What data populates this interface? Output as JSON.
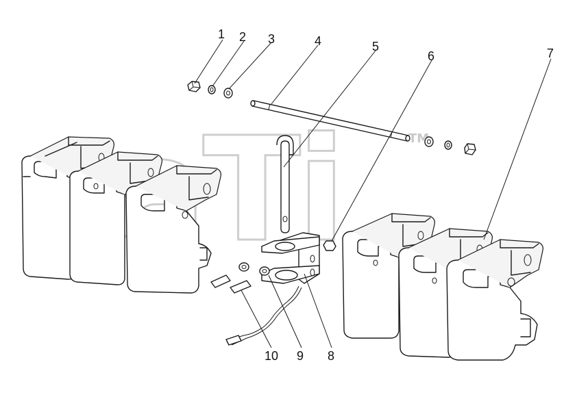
{
  "watermark": {
    "text": "aTi",
    "mark": "TM"
  },
  "parts": [
    {
      "number": "1",
      "name_icon": "hex-nut-icon"
    },
    {
      "number": "2",
      "name_icon": "spring-washer-icon"
    },
    {
      "number": "3",
      "name_icon": "flat-washer-icon"
    },
    {
      "number": "4",
      "name_icon": "threaded-rod-icon"
    },
    {
      "number": "5",
      "name_icon": "pin-icon"
    },
    {
      "number": "6",
      "name_icon": "nut-icon"
    },
    {
      "number": "7",
      "name_icon": "ballast-weight-icon"
    },
    {
      "number": "8",
      "name_icon": "bracket-icon"
    },
    {
      "number": "9",
      "name_icon": "washer-icon"
    },
    {
      "number": "10",
      "name_icon": "lock-pin-chain-icon"
    }
  ]
}
